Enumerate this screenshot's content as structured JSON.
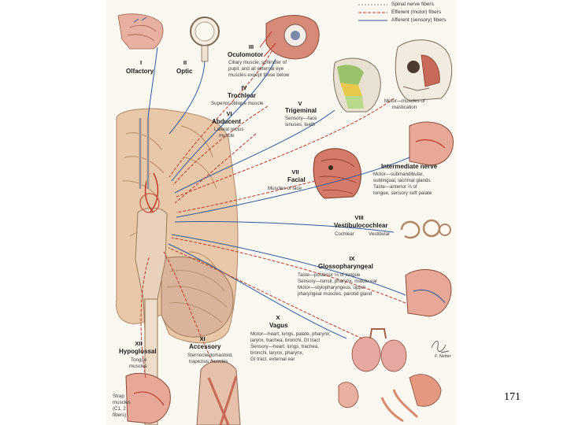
{
  "legend": [
    {
      "label": "Spinal nerve fibers",
      "color": "#888888",
      "dash": "2,2"
    },
    {
      "label": "Efferent (motor) fibers",
      "color": "#c0392b",
      "dash": "4,2"
    },
    {
      "label": "Afferent (sensory) fibers",
      "color": "#2c5aa0",
      "dash": ""
    }
  ],
  "nerves": {
    "olfactory": {
      "num": "I",
      "name": "Olfactory"
    },
    "optic": {
      "num": "II",
      "name": "Optic"
    },
    "oculomotor": {
      "num": "III",
      "name": "Oculomotor",
      "desc": [
        "Ciliary muscle, sphincter of",
        "pupil, and all external eye",
        "muscles except those below"
      ]
    },
    "trochlear": {
      "num": "IV",
      "name": "Trochlear",
      "desc": [
        "Superior oblique muscle"
      ]
    },
    "trigeminal": {
      "num": "V",
      "name": "Trigeminal",
      "desc": [
        "Sensory—face",
        "sinuses, teeth"
      ],
      "motor": [
        "Motor—muscles of",
        "mastication"
      ]
    },
    "abducent": {
      "num": "VI",
      "name": "Abducent",
      "desc": [
        "Lateral rectus",
        "muscle"
      ]
    },
    "facial": {
      "num": "VII",
      "name": "Facial",
      "desc": [
        "Muscles of face"
      ]
    },
    "intermediate": {
      "name": "Intermediate nerve",
      "desc": [
        "Motor—submandibular,",
        "sublingual, lacrimal glands",
        "Taste—anterior ⅔ of",
        "tongue, sensory soft palate"
      ]
    },
    "vestibulocochlear": {
      "num": "VIII",
      "name": "Vestibulocochlear",
      "desc": [
        "Cochlear",
        "Vestibular"
      ]
    },
    "glossopharyngeal": {
      "num": "IX",
      "name": "Glossopharyngeal",
      "desc": [
        "Taste—posterior ⅓ of tongue",
        "Sensory—tonsil, pharynx, middle ear",
        "Motor—stylopharyngeus, upper",
        "pharyngeal muscles, parotid gland"
      ]
    },
    "vagus": {
      "num": "X",
      "name": "Vagus",
      "desc": [
        "Motor—heart, lungs, palate, pharynx,",
        "larynx, trachea, bronchi, GI tract",
        "Sensory—heart, lungs, trachea,",
        "bronchi, larynx, pharynx,",
        "GI tract, external ear"
      ]
    },
    "accessory": {
      "num": "XI",
      "name": "Accessory",
      "desc": [
        "Sternocleidomastoid,",
        "trapezius muscles"
      ]
    },
    "hypoglossal": {
      "num": "XII",
      "name": "Hypoglossal",
      "desc": [
        "Tongue",
        "muscles"
      ]
    },
    "strap": {
      "desc": [
        "Strap",
        "muscles",
        "(C1, 2",
        "fibers)"
      ]
    }
  },
  "signature": "F. Netter",
  "page_number": "171"
}
